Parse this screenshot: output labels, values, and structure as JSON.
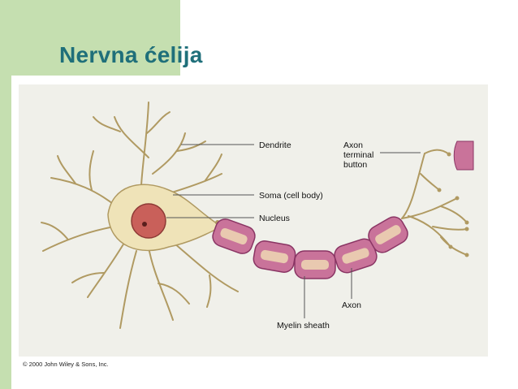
{
  "slide": {
    "title": "Nervna ćelija",
    "copyright": "© 2000 John Wiley & Sons, Inc."
  },
  "diagram": {
    "labels": {
      "dendrite": "Dendrite",
      "soma": "Soma (cell body)",
      "nucleus": "Nucleus",
      "axon_terminal_1": "Axon",
      "axon_terminal_2": "terminal",
      "axon_terminal_3": "button",
      "axon": "Axon",
      "myelin": "Myelin sheath"
    },
    "colors": {
      "background": "#f0f0ea",
      "neuron_body": "#efe3b8",
      "neuron_outline": "#b09a62",
      "nucleus": "#c9605a",
      "myelin": "#c9739a",
      "myelin_core": "#e9c9b0",
      "title": "#1f6f7a",
      "accent_green": "#c5dfb0"
    }
  }
}
